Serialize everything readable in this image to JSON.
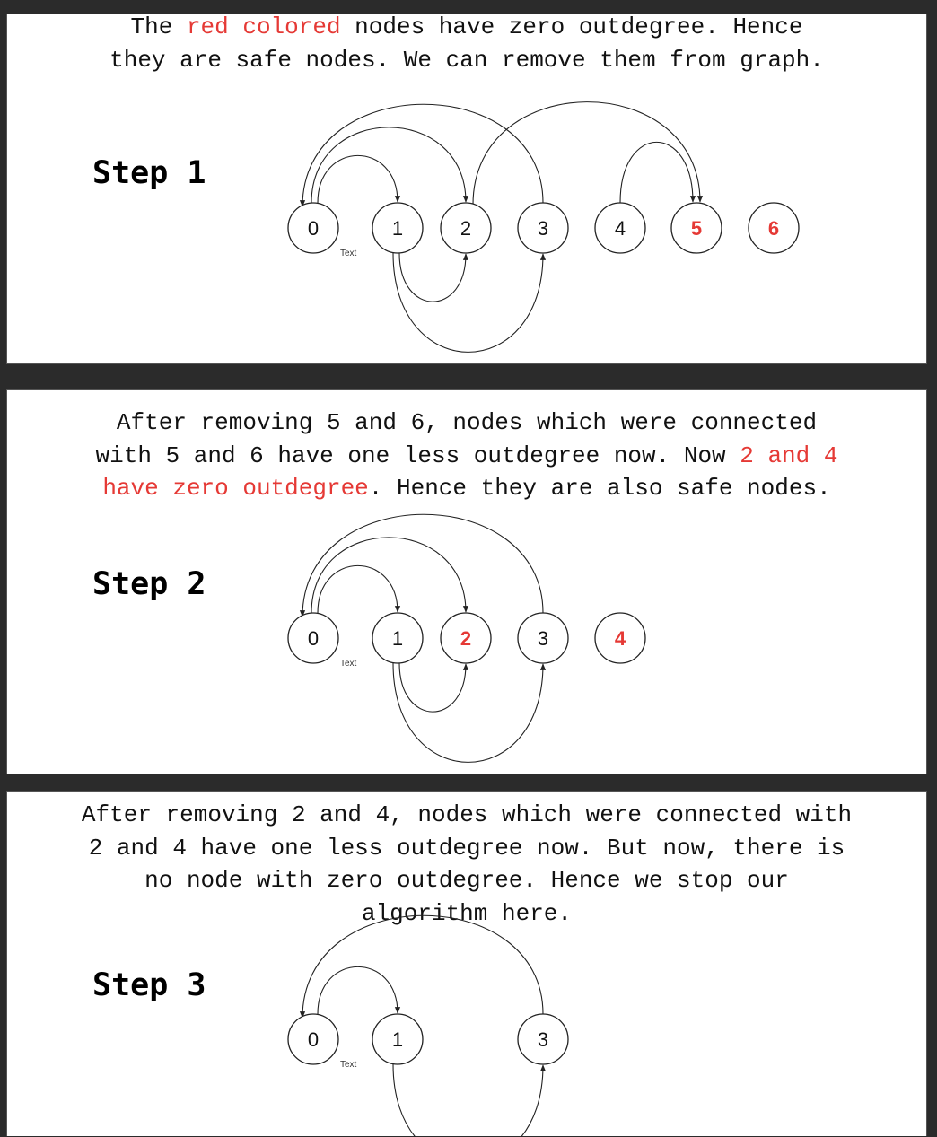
{
  "colors": {
    "safe": "#e53935",
    "text": "#111111",
    "frame": "#2b2b2b"
  },
  "steps": [
    {
      "title": "Step 1",
      "caption": [
        [
          {
            "t": "The "
          },
          {
            "t": "red colored",
            "red": true
          },
          {
            "t": " nodes have zero outdegree. Hence"
          }
        ],
        [
          {
            "t": "they are safe nodes. We can remove them from graph."
          }
        ]
      ],
      "nodes": [
        {
          "id": "0",
          "label": "0",
          "safe": false
        },
        {
          "id": "1",
          "label": "1",
          "safe": false
        },
        {
          "id": "2",
          "label": "2",
          "safe": false
        },
        {
          "id": "3",
          "label": "3",
          "safe": false
        },
        {
          "id": "4",
          "label": "4",
          "safe": false
        },
        {
          "id": "5",
          "label": "5",
          "safe": true
        },
        {
          "id": "6",
          "label": "6",
          "safe": true
        }
      ],
      "edges": [
        {
          "from": "0",
          "to": "1"
        },
        {
          "from": "0",
          "to": "2"
        },
        {
          "from": "1",
          "to": "2"
        },
        {
          "from": "1",
          "to": "3"
        },
        {
          "from": "2",
          "to": "5"
        },
        {
          "from": "3",
          "to": "0"
        },
        {
          "from": "4",
          "to": "5"
        }
      ],
      "stray_label": "Text"
    },
    {
      "title": "Step 2",
      "caption": [
        [
          {
            "t": "After removing 5 and 6, nodes which were connected"
          }
        ],
        [
          {
            "t": "with 5 and 6 have one less outdegree now. Now "
          },
          {
            "t": "2 and 4",
            "red": true
          }
        ],
        [
          {
            "t": "have zero outdegree",
            "red": true
          },
          {
            "t": ". Hence they are also safe nodes."
          }
        ]
      ],
      "nodes": [
        {
          "id": "0",
          "label": "0",
          "safe": false
        },
        {
          "id": "1",
          "label": "1",
          "safe": false
        },
        {
          "id": "2",
          "label": "2",
          "safe": true
        },
        {
          "id": "3",
          "label": "3",
          "safe": false
        },
        {
          "id": "4",
          "label": "4",
          "safe": true
        }
      ],
      "edges": [
        {
          "from": "0",
          "to": "1"
        },
        {
          "from": "0",
          "to": "2"
        },
        {
          "from": "1",
          "to": "2"
        },
        {
          "from": "1",
          "to": "3"
        },
        {
          "from": "3",
          "to": "0"
        }
      ],
      "stray_label": "Text"
    },
    {
      "title": "Step 3",
      "caption": [
        [
          {
            "t": "After removing 2 and 4, nodes which were connected with"
          }
        ],
        [
          {
            "t": "2 and 4 have one less outdegree now. But now, there is"
          }
        ],
        [
          {
            "t": "no node with zero outdegree. Hence we stop our"
          }
        ],
        [
          {
            "t": "algorithm here."
          }
        ]
      ],
      "nodes": [
        {
          "id": "0",
          "label": "0",
          "safe": false
        },
        {
          "id": "1",
          "label": "1",
          "safe": false
        },
        {
          "id": "3",
          "label": "3",
          "safe": false
        }
      ],
      "edges": [
        {
          "from": "0",
          "to": "1"
        },
        {
          "from": "1",
          "to": "3"
        },
        {
          "from": "3",
          "to": "0"
        }
      ],
      "stray_label": "Text"
    }
  ]
}
